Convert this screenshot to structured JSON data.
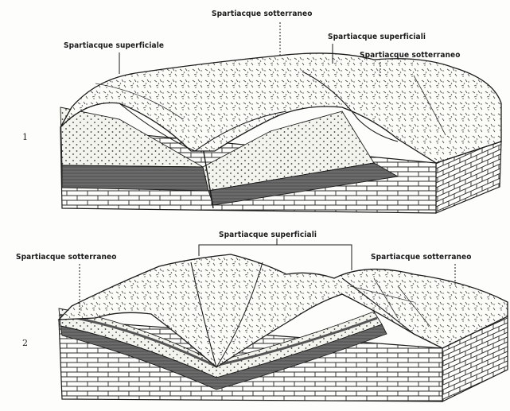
{
  "diagram": {
    "block1": {
      "number": "1",
      "labels": {
        "surface_divide_left": "Spartiacque superficiale",
        "underground_divide_top": "Spartiacque sotterraneo",
        "surface_divides_right": "Spartiacque superficiali",
        "underground_divide_right": "Spartiacque sotterraneo"
      }
    },
    "block2": {
      "number": "2",
      "labels": {
        "underground_divide_left": "Spartiacque sotterraneo",
        "surface_divides_top": "Spartiacque superficiali",
        "underground_divide_right": "Spartiacque sotterraneo"
      }
    },
    "colors": {
      "ink": "#1a1a1a",
      "dark_layer": "#555555",
      "paper": "#fdfdfb"
    }
  }
}
